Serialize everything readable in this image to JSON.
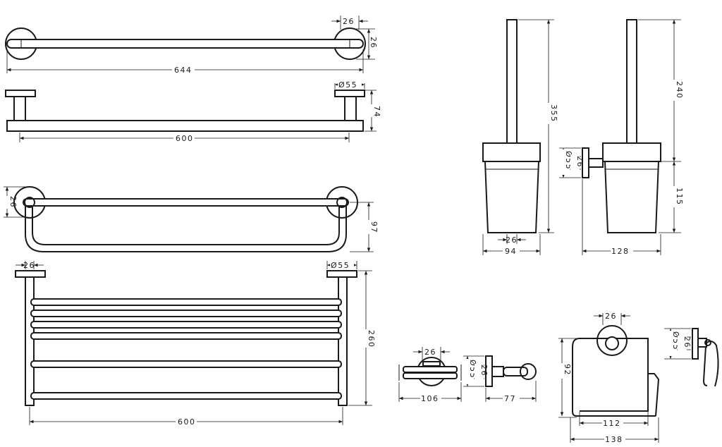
{
  "dimensions": {
    "towel_bar": {
      "rose_width": "26",
      "rose_height": "26",
      "overall_length": "644",
      "rose_diameter": "Ø55",
      "projection": "74",
      "bar_length": "600"
    },
    "towel_rail": {
      "rose_height": "26",
      "projection": "97"
    },
    "towel_rack": {
      "rose_width": "26",
      "rose_diameter": "Ø55",
      "height": "260",
      "length": "600"
    },
    "toilet_brush_free": {
      "height": "355",
      "rose_width": "26",
      "width": "94"
    },
    "toilet_brush_wall": {
      "height_top": "240",
      "rose_diameter": "Ø55",
      "rose_height": "26",
      "height_bottom": "115",
      "projection": "128"
    },
    "double_hook": {
      "rose_width": "26",
      "length": "106",
      "rose_diameter": "Ø55",
      "rose_height": "26",
      "projection": "77"
    },
    "paper_holder": {
      "rose_width": "26",
      "height": "92",
      "inner_width": "112",
      "overall_width": "138"
    },
    "paper_holder_side": {
      "rose_diameter": "Ø55",
      "rose_height": "26"
    }
  }
}
